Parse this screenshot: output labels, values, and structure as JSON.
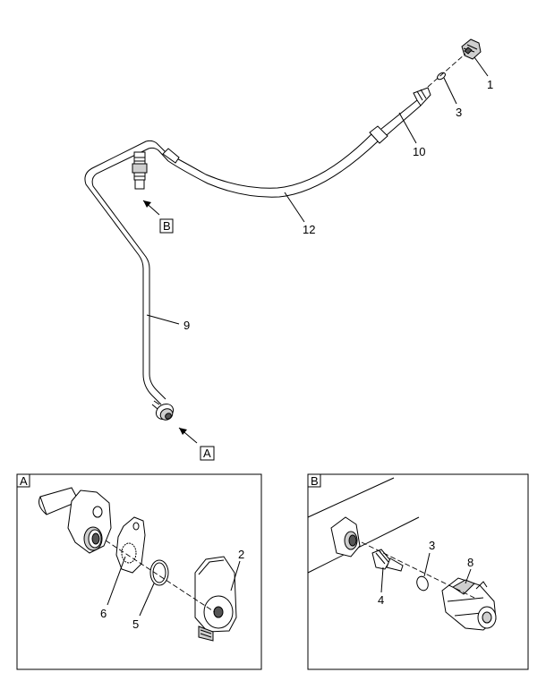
{
  "callouts": {
    "c1": "1",
    "c3": "3",
    "c10": "10",
    "c12": "12",
    "c9": "9"
  },
  "view_refs": {
    "ref_b": "B",
    "ref_a": "A"
  },
  "detail_a": {
    "title": "A",
    "c6": "6",
    "c5": "5",
    "c2": "2"
  },
  "detail_b": {
    "title": "B",
    "c3": "3",
    "c8": "8",
    "c4": "4"
  }
}
